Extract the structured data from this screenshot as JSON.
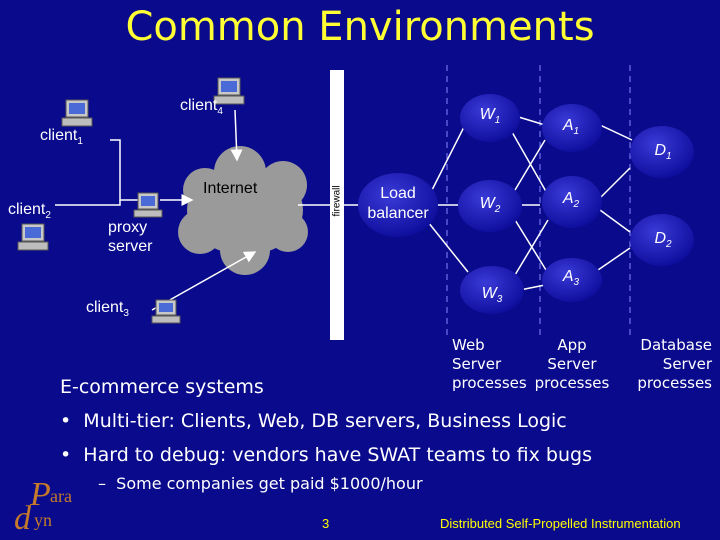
{
  "slide": {
    "title": "Common Environments",
    "clients": {
      "client4": "client",
      "client4_sub": "4",
      "client1": "client",
      "client1_sub": "1",
      "client2": "client",
      "client2_sub": "2",
      "client3": "client",
      "client3_sub": "3"
    },
    "proxy_label": "proxy\nserver",
    "internet_label": "Internet",
    "firewall_label": "firewall",
    "load_balancer_label": "Load\nbalancer",
    "nodes": {
      "w1": "W",
      "w1_sub": "1",
      "w2": "W",
      "w2_sub": "2",
      "w3": "W",
      "w3_sub": "3",
      "a1": "A",
      "a1_sub": "1",
      "a2": "A",
      "a2_sub": "2",
      "a3": "A",
      "a3_sub": "3",
      "d1": "D",
      "d1_sub": "1",
      "d2": "D",
      "d2_sub": "2"
    },
    "columns": {
      "web": "Web\nServer\nprocesses",
      "app": "App\nServer\nprocesses",
      "db": "Database\nServer\nprocesses"
    },
    "body": {
      "heading": "E-commerce systems",
      "bullet1": "Multi-tier: Clients, Web, DB servers, Business Logic",
      "bullet2": "Hard to debug: vendors have SWAT teams to fix bugs",
      "sub1": "Some companies get paid $1000/hour"
    },
    "footer": {
      "page": "3",
      "logo_top": "ara",
      "logo_bottom": "yn",
      "tagline": "Distributed Self-Propelled Instrumentation"
    },
    "colors": {
      "background": "#0a0a8c",
      "title": "#ffff33",
      "node_fill": "#1a1ab0",
      "logo": "#c47a2a"
    }
  }
}
